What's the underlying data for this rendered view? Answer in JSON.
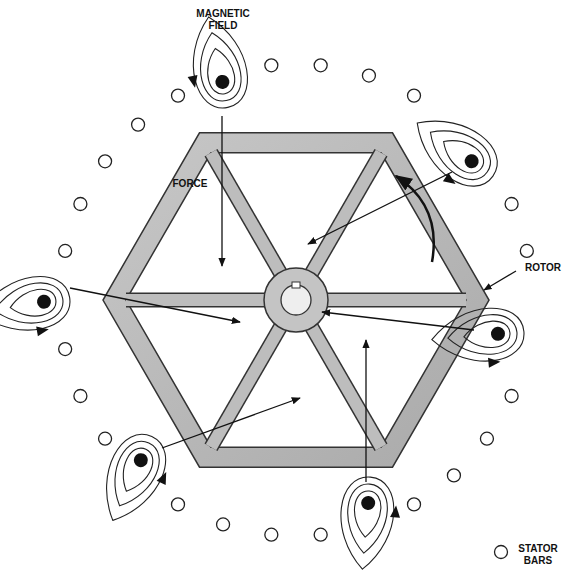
{
  "diagram": {
    "labels": [
      "MAGNETIC FIELD",
      "FORCE",
      "ROTOR",
      "STATOR BARS"
    ]
  }
}
